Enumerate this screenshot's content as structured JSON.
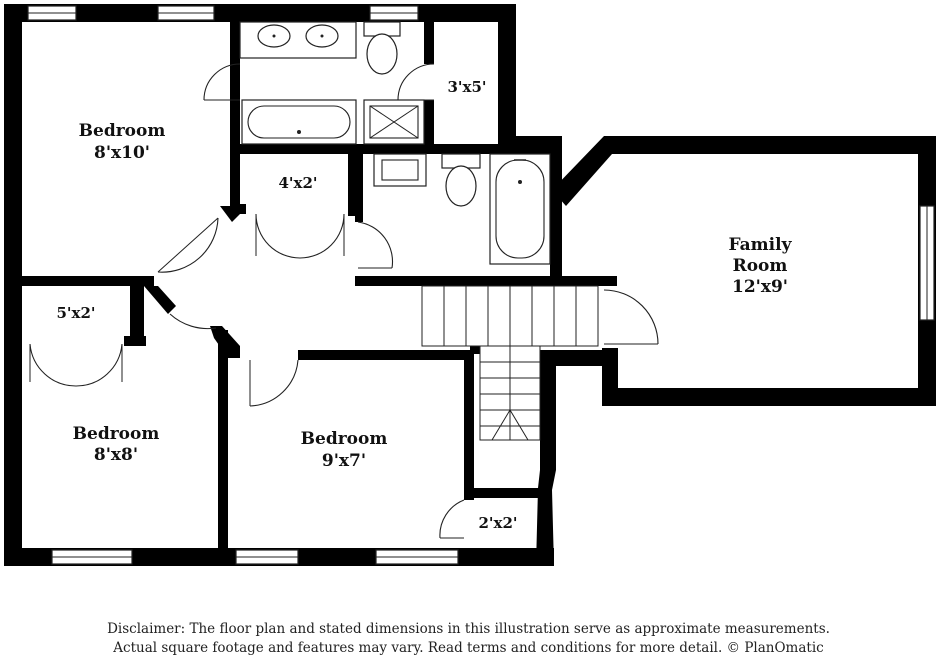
{
  "rooms": {
    "bedroom_1": {
      "name": "Bedroom",
      "size": "8'x10'"
    },
    "bedroom_2": {
      "name": "Bedroom",
      "size": "8'x8'"
    },
    "bedroom_3": {
      "name": "Bedroom",
      "size": "9'x7'"
    },
    "family_room": {
      "name_line1": "Family",
      "name_line2": "Room",
      "size": "12'x9'"
    }
  },
  "closets": {
    "closet_top": "3'x5'",
    "closet_hall": "4'x2'",
    "closet_left": "5'x2'",
    "closet_small": "2'x2'"
  },
  "disclaimer": {
    "line1": "Disclaimer: The floor plan and stated dimensions in this illustration serve as approximate measurements.",
    "line2": "Actual square footage and features may vary. Read terms and conditions for more detail. © PlanOmatic"
  }
}
